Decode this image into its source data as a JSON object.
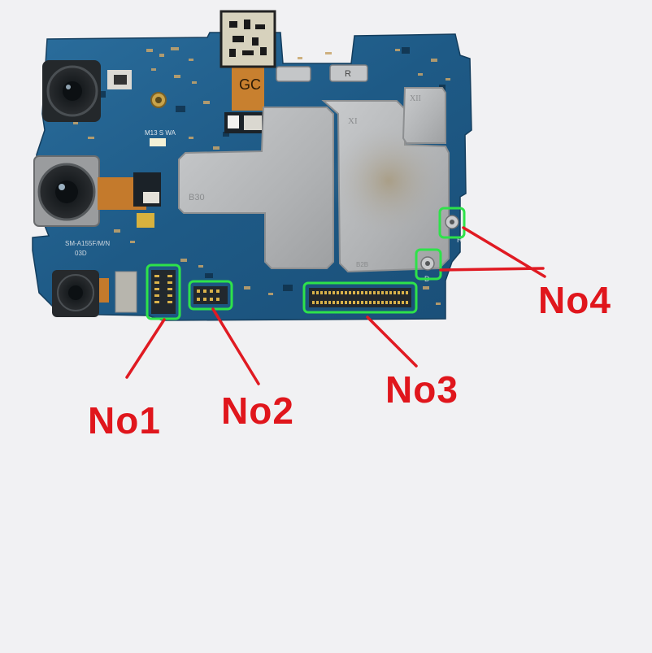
{
  "board": {
    "model_marking": "SM-A155F/M/N",
    "revision_marking": "03D",
    "flex_marking": "GC",
    "chip_marking": "M13 S WA",
    "shield_left_marking": "B30",
    "shield_right_marking": "XI",
    "shield_top_right_marking": "XII",
    "antenna_r_marking": "R",
    "antenna_d_marking": "D",
    "clip_r_marking": "R",
    "shield_corner_marking": "B2B"
  },
  "callouts": [
    {
      "id": "no1",
      "label": "No1"
    },
    {
      "id": "no2",
      "label": "No2"
    },
    {
      "id": "no3",
      "label": "No3"
    },
    {
      "id": "no4",
      "label": "No4"
    }
  ],
  "colors": {
    "callout_text": "#e0161c",
    "callout_line": "#e01a22",
    "highlight_box": "#2ee24a",
    "pcb": "#1f5c8a",
    "shield": "#b9bbbd",
    "background": "#f1f1f3"
  }
}
